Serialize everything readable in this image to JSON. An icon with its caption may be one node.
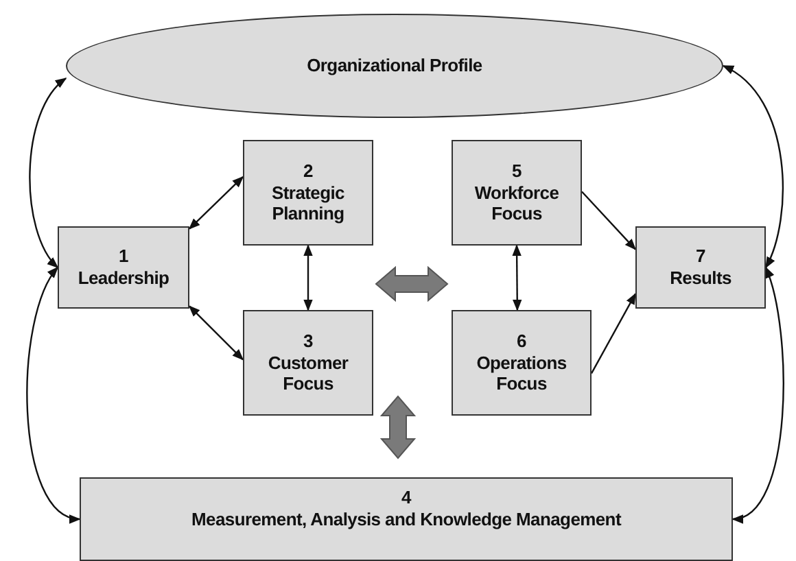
{
  "diagram": {
    "nodes": [
      {
        "text": [
          "Organizational Profile"
        ]
      },
      {
        "text": [
          "1",
          "Leadership"
        ]
      },
      {
        "text": [
          "2",
          "Strategic Planning"
        ]
      },
      {
        "text": [
          "3",
          "Customer Focus"
        ]
      },
      {
        "text": [
          "5",
          "Workforce Focus"
        ]
      },
      {
        "text": [
          "6",
          "Operations Focus"
        ]
      },
      {
        "text": [
          "7",
          "Results"
        ]
      },
      {
        "text": [
          "4",
          "Measurement, Analysis and Knowledge Management"
        ]
      }
    ],
    "edges": [
      {
        "from": 1,
        "to": 0,
        "arrow": "both"
      },
      {
        "from": 1,
        "to": 7,
        "arrow": "both"
      },
      {
        "from": 1,
        "to": 2,
        "arrow": "both"
      },
      {
        "from": 1,
        "to": 3,
        "arrow": "both"
      },
      {
        "from": 2,
        "to": 3,
        "arrow": "both"
      },
      {
        "from": 4,
        "to": 5,
        "arrow": "both"
      },
      {
        "from": 4,
        "to": 6,
        "arrow": "to"
      },
      {
        "from": 5,
        "to": 6,
        "arrow": "to"
      },
      {
        "from": 6,
        "to": 0,
        "arrow": "both"
      },
      {
        "from": 6,
        "to": 7,
        "arrow": "both"
      },
      {
        "from": 3,
        "to": 5,
        "arrow": "both",
        "style": "thick",
        "color": "#7a7a7a"
      },
      {
        "from": 3,
        "to": 7,
        "arrow": "both",
        "style": "thick",
        "color": "#7a7a7a"
      }
    ]
  }
}
